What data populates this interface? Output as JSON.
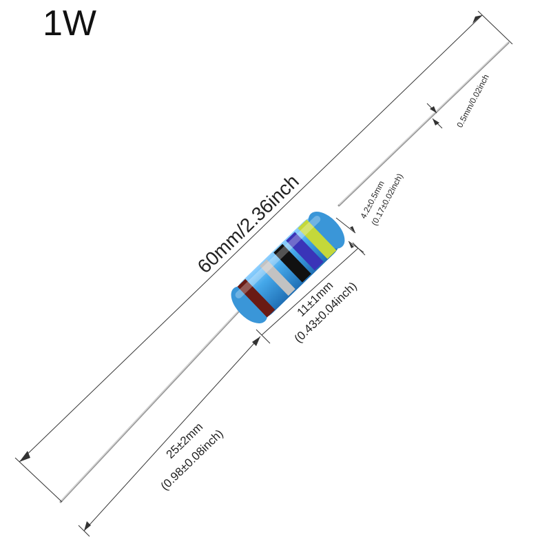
{
  "title": "1W",
  "dimensions": {
    "total_length": "60mm/2.36inch",
    "lead_diameter": "0.5mm/0.02inch",
    "body_diameter_mm": "4.2±0.5mm",
    "body_diameter_inch": "(0.17±0.02inch)",
    "body_length_mm": "11±1mm",
    "body_length_inch": "(0.43±0.04inch)",
    "lead_length_mm": "25±2mm",
    "lead_length_inch": "(0.98±0.08inch)"
  },
  "colors": {
    "body": "#3d9be0",
    "body_highlight": "#8fd0ff",
    "band_1": "#c4d83a",
    "band_2": "#3a34b8",
    "band_3": "#111111",
    "band_4": "#b8b8b8",
    "band_5": "#6a1a14",
    "lead": "#a9a9a9"
  }
}
